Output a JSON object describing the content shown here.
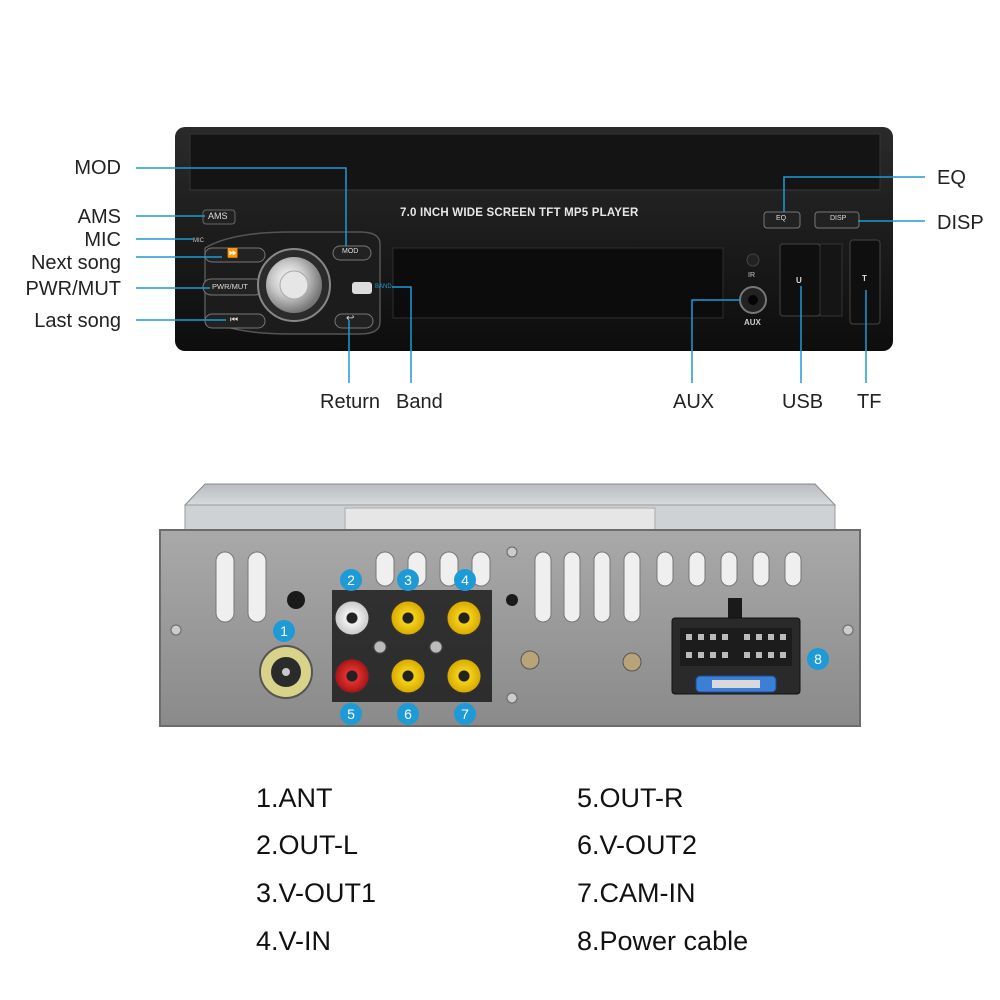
{
  "front_panel": {
    "model_text": "7.0 INCH WIDE SCREEN TFT  MP5  PLAYER",
    "buttons": {
      "ams": "AMS",
      "mic": "MIC",
      "mod": "MOD",
      "pwr_mut": "PWR/MUT",
      "band": "BAND",
      "eq": "EQ",
      "disp": "DISP",
      "ir": "IR",
      "aux": "AUX",
      "usb": "U",
      "tf": "T"
    },
    "callouts_left": [
      "MOD",
      "AMS",
      "MIC",
      "Next song",
      "PWR/MUT",
      "Last song"
    ],
    "callouts_bottom": [
      "Return",
      "Band",
      "AUX",
      "USB",
      "TF"
    ],
    "callouts_right": [
      "EQ",
      "DISP"
    ]
  },
  "rear_panel": {
    "markers": [
      "1",
      "2",
      "3",
      "4",
      "5",
      "6",
      "7",
      "8"
    ]
  },
  "legend": {
    "left": [
      "1.ANT",
      "2.OUT-L",
      "3.V-OUT1",
      "4.V-IN"
    ],
    "right": [
      "5.OUT-R",
      "6.V-OUT2",
      "7.CAM-IN",
      "8.Power cable"
    ]
  },
  "colors": {
    "callout_line": "#1e9ad6",
    "marker": "#1e9ad6",
    "panel_body": "#1a1a1a",
    "rear_metal": "#9a9a9a"
  }
}
